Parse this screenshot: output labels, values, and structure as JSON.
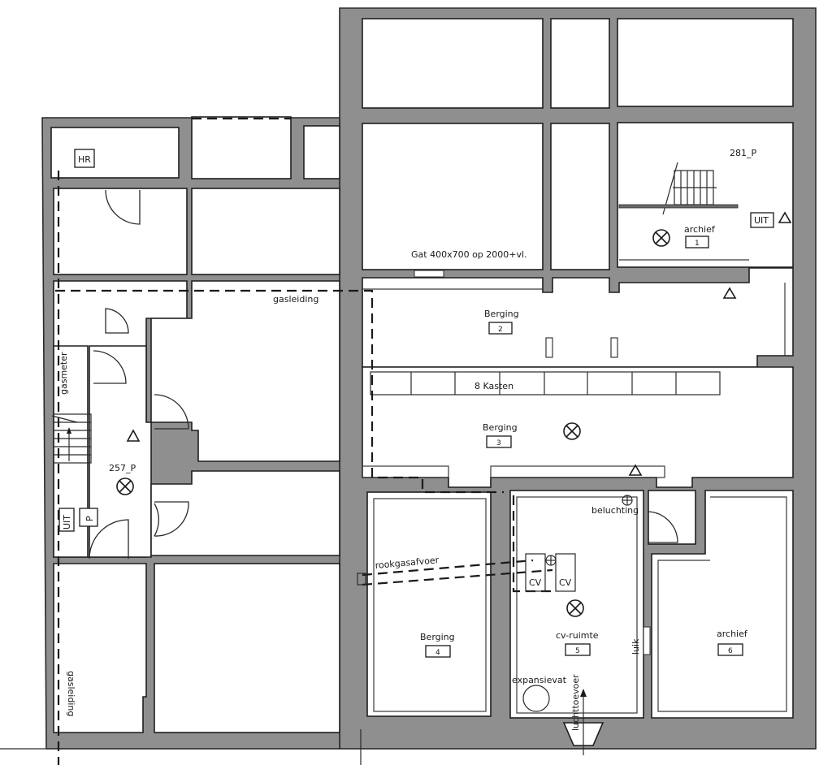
{
  "plan": {
    "colors": {
      "wall": "#8f8f8f",
      "line": "#1f1f1f",
      "background": "#ffffff"
    },
    "rooms": [
      {
        "id": "1",
        "name": "archief",
        "number": "1",
        "unit": "281_P"
      },
      {
        "id": "2",
        "name": "Berging",
        "number": "2"
      },
      {
        "id": "3",
        "name": "Berging",
        "number": "3"
      },
      {
        "id": "4",
        "name": "Berging",
        "number": "4"
      },
      {
        "id": "5",
        "name": "cv-ruimte",
        "number": "5"
      },
      {
        "id": "6",
        "name": "archief",
        "number": "6"
      }
    ],
    "units": {
      "left": "257_P",
      "right": "281_P"
    },
    "annotations": {
      "hr": "HR",
      "gat": "Gat 400x700 op 2000+vl.",
      "gasleiding_top": "gasleiding",
      "gasleiding_bottom": "gasleiding",
      "gasmeter": "gasmeter",
      "kasten": "8 Kasten",
      "beluchting": "beluchting",
      "rookgasafvoer": "rookgasafvoer",
      "cv1": "CV",
      "cv2": "CV",
      "expansievat": "expansievat",
      "luchttoevoer": "luchttoevoer",
      "luik": "luik",
      "uit_left": "UIT",
      "uit_right": "UIT",
      "p_sign": "P"
    },
    "symbols": [
      {
        "type": "light-fixture",
        "room": "archief 1"
      },
      {
        "type": "light-fixture",
        "room": "Berging 3"
      },
      {
        "type": "light-fixture",
        "room": "cv-ruimte 5"
      },
      {
        "type": "light-fixture",
        "room": "257_P hall"
      },
      {
        "type": "emergency-triangle",
        "room": "257_P hall"
      },
      {
        "type": "emergency-triangle",
        "room": "archief 1"
      },
      {
        "type": "emergency-triangle",
        "room": "Berging 2"
      },
      {
        "type": "emergency-triangle",
        "room": "Berging 3"
      }
    ]
  }
}
